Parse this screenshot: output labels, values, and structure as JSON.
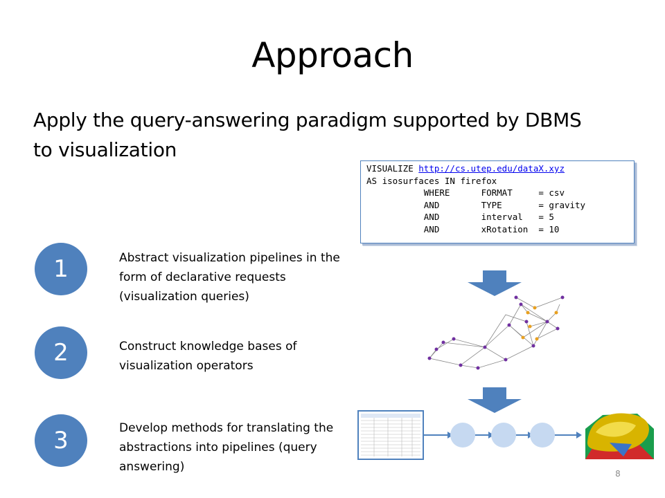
{
  "slide": {
    "title": "Approach",
    "subtitle": "Apply the query-answering paradigm supported by DBMS to visualization",
    "page_number": "8"
  },
  "query": {
    "lines": [
      [
        "VISUALIZE ",
        "http://cs.utep.edu/dataX.xyz"
      ],
      [
        "AS isosurfaces IN firefox"
      ],
      [
        "           WHERE      FORMAT     = csv"
      ],
      [
        "           AND        TYPE       = gravity"
      ],
      [
        "           AND        interval   = 5"
      ],
      [
        "           AND        xRotation  = 10"
      ]
    ]
  },
  "steps": [
    {
      "number": "1",
      "text": "Abstract visualization pipelines in the form of declarative requests (visualization queries)"
    },
    {
      "number": "2",
      "text": "Construct knowledge bases of visualization operators"
    },
    {
      "number": "3",
      "text": "Develop methods for translating the abstractions into pipelines (query answering)"
    }
  ],
  "colors": {
    "accent": "#4f81bd",
    "node_light": "#c6d9f1"
  }
}
